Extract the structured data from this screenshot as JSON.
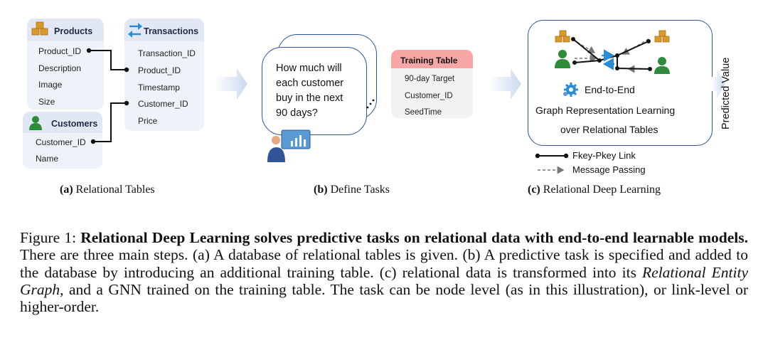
{
  "panel_a": {
    "products": {
      "title": "Products",
      "fields": [
        "Product_ID",
        "Description",
        "Image",
        "Size"
      ]
    },
    "transactions": {
      "title": "Transactions",
      "fields": [
        "Transaction_ID",
        "Product_ID",
        "Timestamp",
        "Customer_ID",
        "Price"
      ]
    },
    "customers": {
      "title": "Customers",
      "fields": [
        "Customer_ID",
        "Name"
      ]
    },
    "label_letter": "(a)",
    "label_text": "Relational Tables"
  },
  "panel_b": {
    "question_lines": [
      "How much will",
      "each customer",
      "buy in the next",
      "90 days?"
    ],
    "training_table": {
      "title": "Training Table",
      "fields": [
        "90-day Target",
        "Customer_ID",
        "SeedTime"
      ]
    },
    "label_letter": "(b)",
    "label_text": "Define Tasks"
  },
  "panel_c": {
    "line1": "End-to-End",
    "line2": "Graph Representation Learning",
    "line3": "over Relational Tables",
    "legend": [
      "Fkey-Pkey Link",
      "Message Passing"
    ],
    "output_label": "Predicted Value",
    "label_letter": "(c)",
    "label_text": "Relational Deep Learning"
  },
  "colors": {
    "accent": "#2f5597",
    "table_bg": "#eef2f9",
    "training_head": "#f7a6a6",
    "box_icon": "#d99a2b",
    "person_icon": "#2e8b3a",
    "arrow_blue": "#2a8bd6"
  },
  "caption": {
    "figure_label": "Figure 1:",
    "bold": "Relational Deep Learning solves predictive tasks on relational data with end-to-end learnable models.",
    "text1": "There are three main steps. (a) A database of relational tables is given. (b) A predictive task is specified and added to the database by introducing an additional training table. (c) relational data is transformed into its",
    "italic": "Relational Entity Graph",
    "text2": ", and a GNN trained on the training table. The task can be node level (as in this illustration), or link-level or higher-order."
  }
}
